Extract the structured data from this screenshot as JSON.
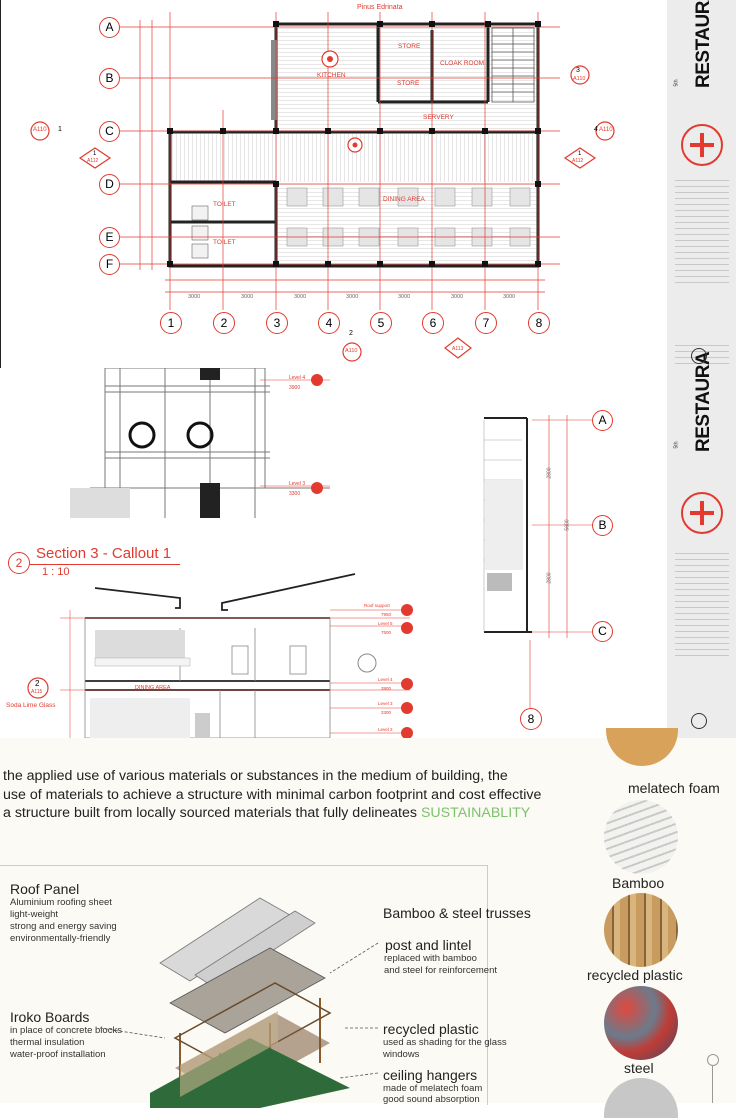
{
  "floor_plan": {
    "north_label": "Pinus Edrinata",
    "rooms": {
      "kitchen": "KITCHEN",
      "store_1": "STORE",
      "store_2": "STORE",
      "cloak_room": "CLOAK ROOM",
      "servery": "SERVERY",
      "dining_area": "DINING AREA",
      "toilet_1": "TOILET",
      "toilet_2": "TOILET"
    },
    "grid_rows": [
      "A",
      "B",
      "C",
      "D",
      "E",
      "F"
    ],
    "grid_cols": [
      "1",
      "2",
      "3",
      "4",
      "5",
      "6",
      "7",
      "8"
    ],
    "col_dims": [
      "3000",
      "3000",
      "3000",
      "3000",
      "3000",
      "3000",
      "3000"
    ],
    "section_tags": {
      "left_num": "1",
      "left_ref": "A110",
      "right_num": "4",
      "right_ref": "A110",
      "right3_num": "3",
      "right3_ref": "A110",
      "bottom_num": "2",
      "bottom_ref": "A110",
      "elev_left_num": "1",
      "elev_left_ref": "A112",
      "elev_right_num": "1",
      "elev_right_ref": "A112",
      "bottom_elev_ref": "A113"
    }
  },
  "detail_section": {
    "level_top": "Level 4",
    "level_top_val": "3900",
    "level_bottom": "Level 3",
    "level_bottom_val": "3300"
  },
  "callout": {
    "number": "2",
    "title": "Section 3 - Callout 1",
    "scale": "1 : 10",
    "tag_num": "2",
    "tag_ref": "A115",
    "glass_label": "Soda Lime Glass",
    "dining_label": "DINING AREA",
    "levels": [
      {
        "name": "Roof support",
        "value": "7950"
      },
      {
        "name": "Level 5",
        "value": "7500"
      },
      {
        "name": "Level 4",
        "value": "3900"
      },
      {
        "name": "Level 3",
        "value": "3300"
      },
      {
        "name": "Level 2",
        "value": ""
      }
    ]
  },
  "side_section": {
    "rows": [
      "A",
      "B",
      "C"
    ],
    "col": "8",
    "dims": [
      "2800",
      "2800"
    ],
    "total": "5600"
  },
  "title_block": {
    "title": "RESTAURA",
    "sub": "5th"
  },
  "sustainability": {
    "line1": "the applied use of various materials or substances in the medium of building, the",
    "line2": "use of materials to achieve a structure with minimal carbon footprint and cost effective",
    "line3_a": "a structure built from locally sourced materials that fully delineates ",
    "line3_b": "SUSTAINABLITY",
    "accent": "#7cc26a"
  },
  "materials": [
    {
      "name": "melatech foam",
      "color": "#d9a25a"
    },
    {
      "name": "Bamboo",
      "color": "#d0cec8"
    },
    {
      "name": "recycled plastic",
      "color": "#b8925a"
    },
    {
      "name": "steel",
      "color": "#b83a36"
    }
  ],
  "annotations": {
    "roof_panel": {
      "title": "Roof Panel",
      "lines": [
        "Aluminium roofing sheet",
        "light-weight",
        "strong and energy saving",
        "environmentally-friendly"
      ]
    },
    "iroko": {
      "title": "Iroko Boards",
      "lines": [
        "in place of concrete blocks",
        "thermal insulation",
        "water-proof installation"
      ]
    },
    "trusses": {
      "title": "Bamboo & steel trusses"
    },
    "post": {
      "title": "post and lintel",
      "lines": [
        "replaced with bamboo",
        "and steel for reinforcement"
      ]
    },
    "plastic": {
      "title": "recycled plastic",
      "lines": [
        "used as shading for the glass",
        "windows"
      ]
    },
    "hangers": {
      "title": "ceiling hangers",
      "lines": [
        "made of melatech foam",
        "good sound absorption"
      ]
    }
  }
}
